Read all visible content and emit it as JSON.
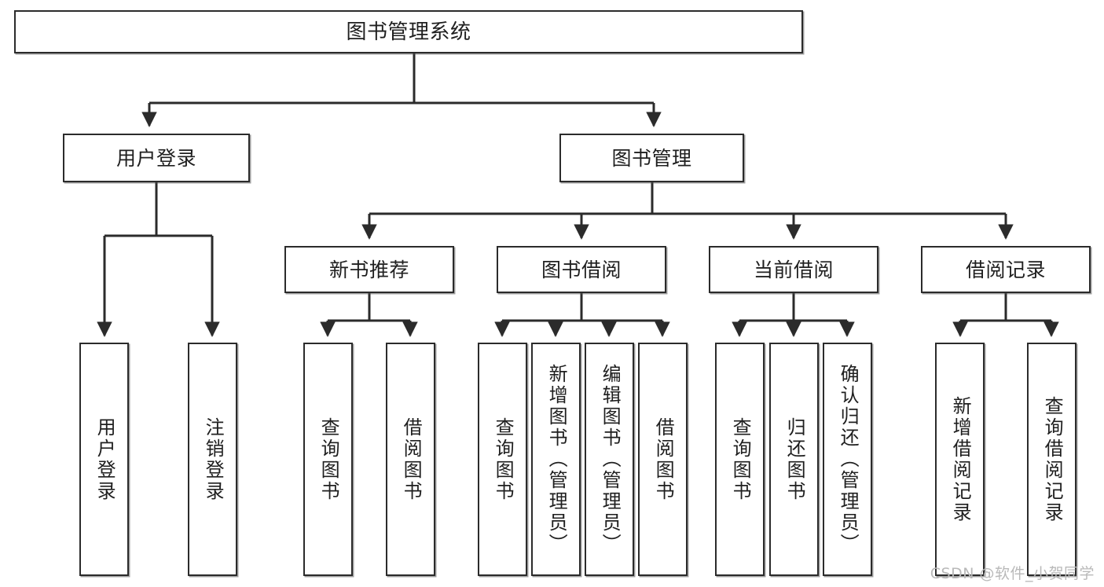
{
  "diagram": {
    "title": "图书管理系统",
    "type": "tree-hierarchy-chart",
    "watermark": "CSDN @软件_小贺同学",
    "line_color": "#2b2b2b",
    "box_fill": "#ffffff",
    "text_color": "#1f1f1f"
  },
  "nodes": {
    "root": {
      "label": "图书管理系统"
    },
    "level2": [
      {
        "label": "用户登录"
      },
      {
        "label": "图书管理"
      }
    ],
    "level3": [
      {
        "label": "新书推荐"
      },
      {
        "label": "图书借阅"
      },
      {
        "label": "当前借阅"
      },
      {
        "label": "借阅记录"
      }
    ],
    "leaves": {
      "user_login": [
        {
          "label": "用户登录"
        },
        {
          "label": "注销登录"
        }
      ],
      "new_book": [
        {
          "label": "查询图书"
        },
        {
          "label": "借阅图书"
        }
      ],
      "book_borrow": [
        {
          "label": "查询图书"
        },
        {
          "label": "新增图书（管理员）"
        },
        {
          "label": "编辑图书（管理员）"
        },
        {
          "label": "借阅图书"
        }
      ],
      "current_borrow": [
        {
          "label": "查询图书"
        },
        {
          "label": "归还图书"
        },
        {
          "label": "确认归还（管理员）"
        }
      ],
      "borrow_record": [
        {
          "label": "新增借阅记录"
        },
        {
          "label": "查询借阅记录"
        }
      ]
    }
  }
}
